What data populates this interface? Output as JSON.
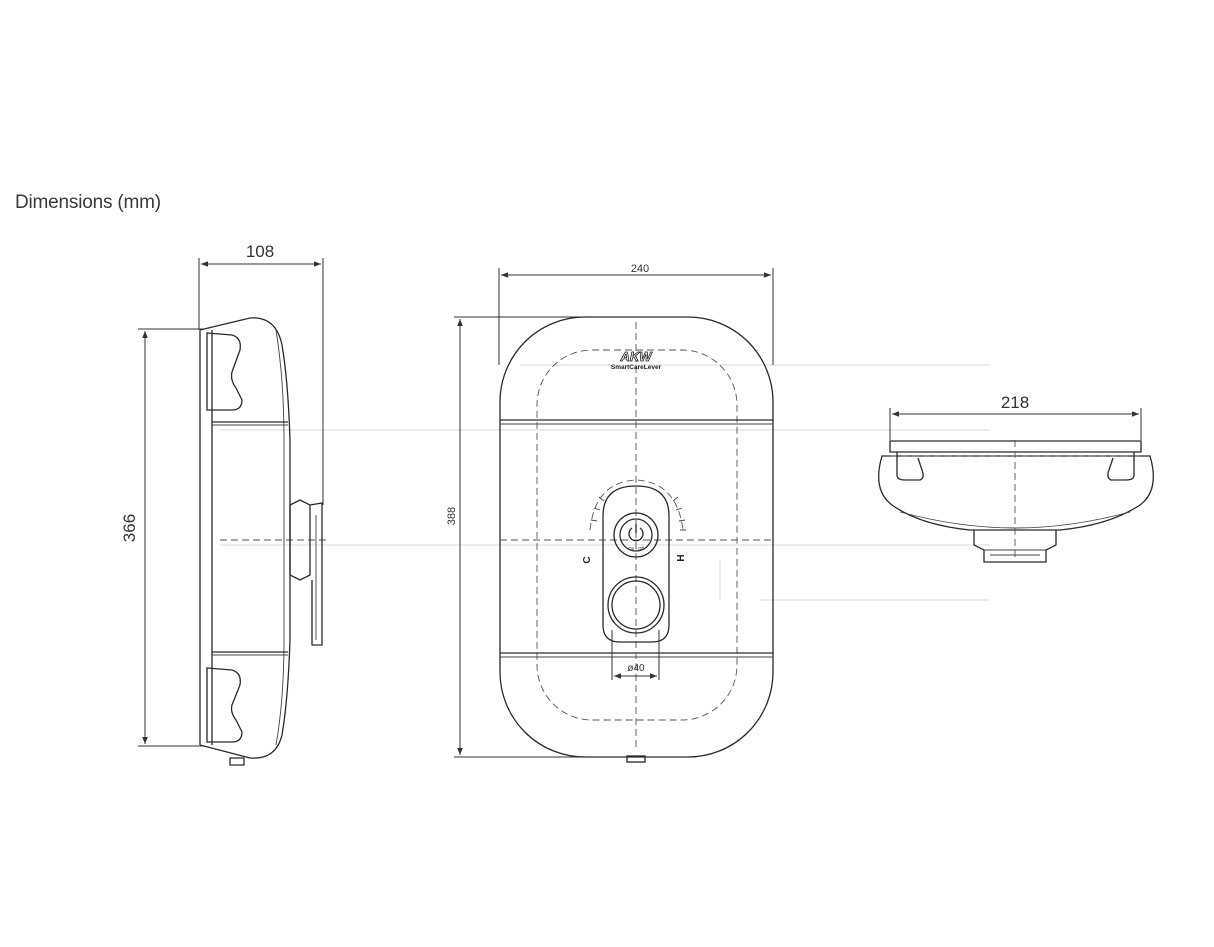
{
  "heading": "Dimensions (mm)",
  "dimensions": {
    "side_depth": "108",
    "side_height": "366",
    "front_width": "240",
    "front_height": "388",
    "top_width": "218",
    "knob_diameter": "ø40"
  },
  "front_panel": {
    "brand": "AKW",
    "product": "SmartCareLever",
    "cold_marker": "C",
    "hot_marker": "H",
    "power_marker": "On | Off"
  }
}
